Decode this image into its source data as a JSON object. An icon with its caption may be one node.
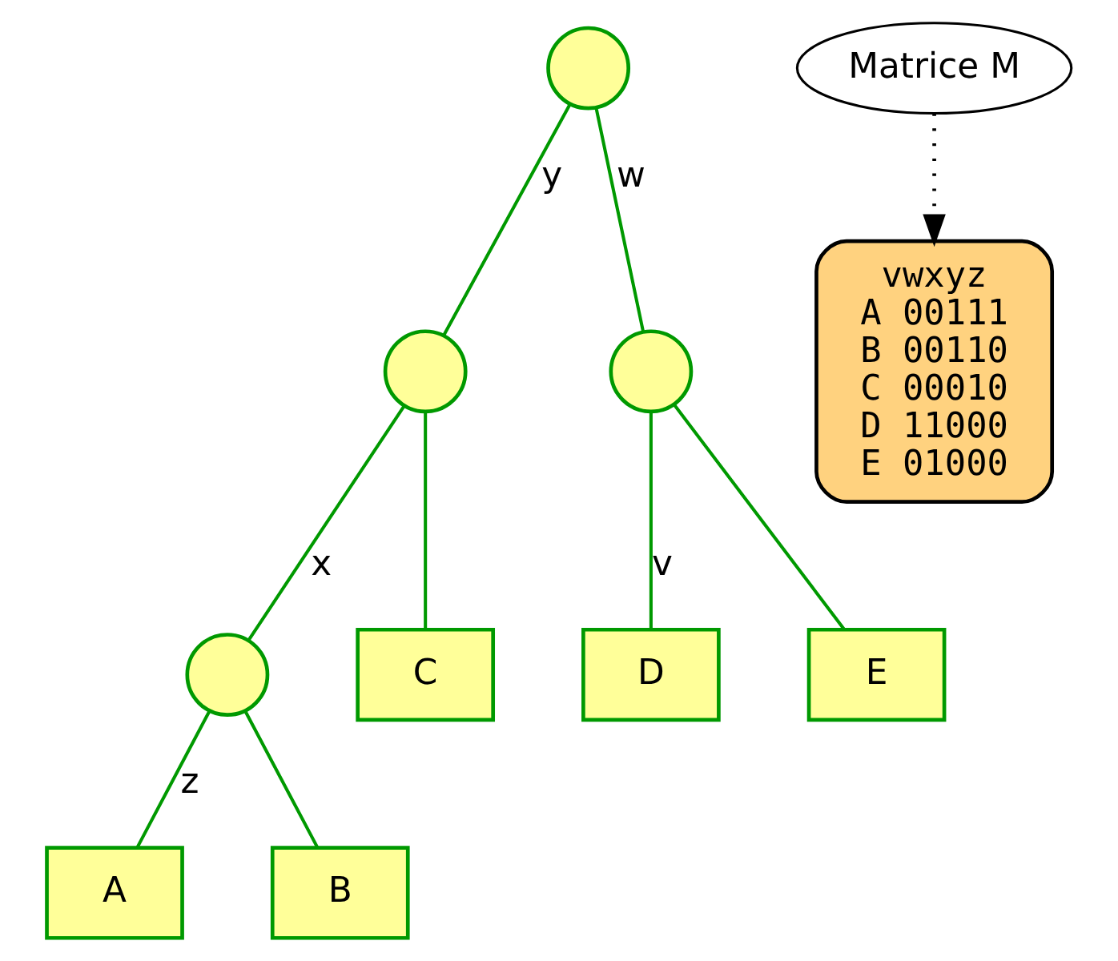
{
  "diagram": {
    "nodes": [
      {
        "text": [],
        "shape": "circle"
      },
      {
        "text": [],
        "shape": "circle"
      },
      {
        "text": [],
        "shape": "circle"
      },
      {
        "text": [],
        "shape": "circle"
      },
      {
        "text": [
          "C"
        ]
      },
      {
        "text": [
          "D"
        ]
      },
      {
        "text": [
          "E"
        ]
      },
      {
        "text": [
          "A"
        ]
      },
      {
        "text": [
          "B"
        ]
      },
      {
        "text": [
          "vwxyz",
          "A 00111",
          "B 00110",
          "C 00010",
          "D 11000",
          "E 01000"
        ]
      },
      {
        "text": [
          "Matrice M"
        ]
      }
    ],
    "edges": [
      {
        "from": 0,
        "to": 1,
        "arrow": "none",
        "label": "y"
      },
      {
        "from": 0,
        "to": 2,
        "arrow": "none",
        "label": "w"
      },
      {
        "from": 1,
        "to": 3,
        "arrow": "none",
        "label": "x"
      },
      {
        "from": 1,
        "to": 4,
        "arrow": "none"
      },
      {
        "from": 2,
        "to": 5,
        "arrow": "none",
        "label": "v"
      },
      {
        "from": 2,
        "to": 6,
        "arrow": "none"
      },
      {
        "from": 3,
        "to": 7,
        "arrow": "none",
        "label": "z"
      },
      {
        "from": 3,
        "to": 8,
        "arrow": "none"
      },
      {
        "from": 10,
        "to": 9,
        "arrow": "to",
        "style": "dashed",
        "color": "#000000"
      }
    ]
  }
}
